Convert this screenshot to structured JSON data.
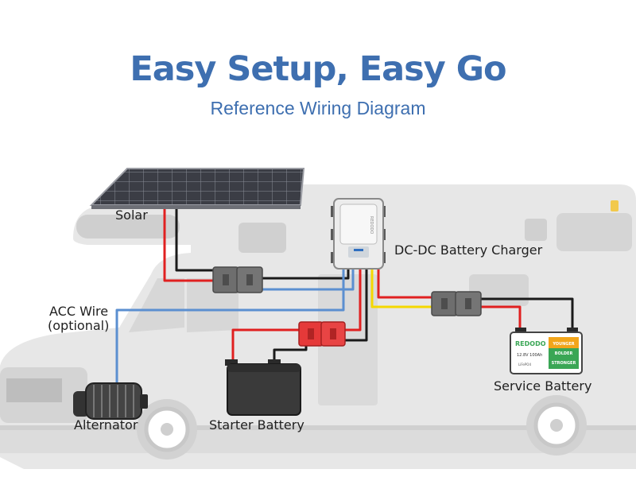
{
  "header": {
    "title": "Easy Setup, Easy Go",
    "subtitle": "Reference Wiring Diagram"
  },
  "labels": {
    "solar": "Solar",
    "charger": "DC-DC Battery Charger",
    "acc_line1": "ACC Wire",
    "acc_line2": "(optional)",
    "alternator": "Alternator",
    "starter_battery": "Starter Battery",
    "service_battery": "Service Battery"
  },
  "devices": {
    "charger_brand": "REDODO",
    "battery_brand": "REDODO",
    "battery_slogan_1": "YOUNGER",
    "battery_slogan_2": "BOLDER",
    "battery_slogan_3": "STRONGER",
    "battery_spec": "12.8V 100Ah",
    "battery_chem": "LiFePO4"
  },
  "colors": {
    "title": "#3e6fb0",
    "wire_red": "#e02020",
    "wire_black": "#1a1a1a",
    "wire_yellow": "#f5d800",
    "wire_blue": "#5b8fd0",
    "rv_body": "#e7e7e7",
    "connector_gray": "#6e6e6e",
    "connector_red": "#e53939"
  }
}
